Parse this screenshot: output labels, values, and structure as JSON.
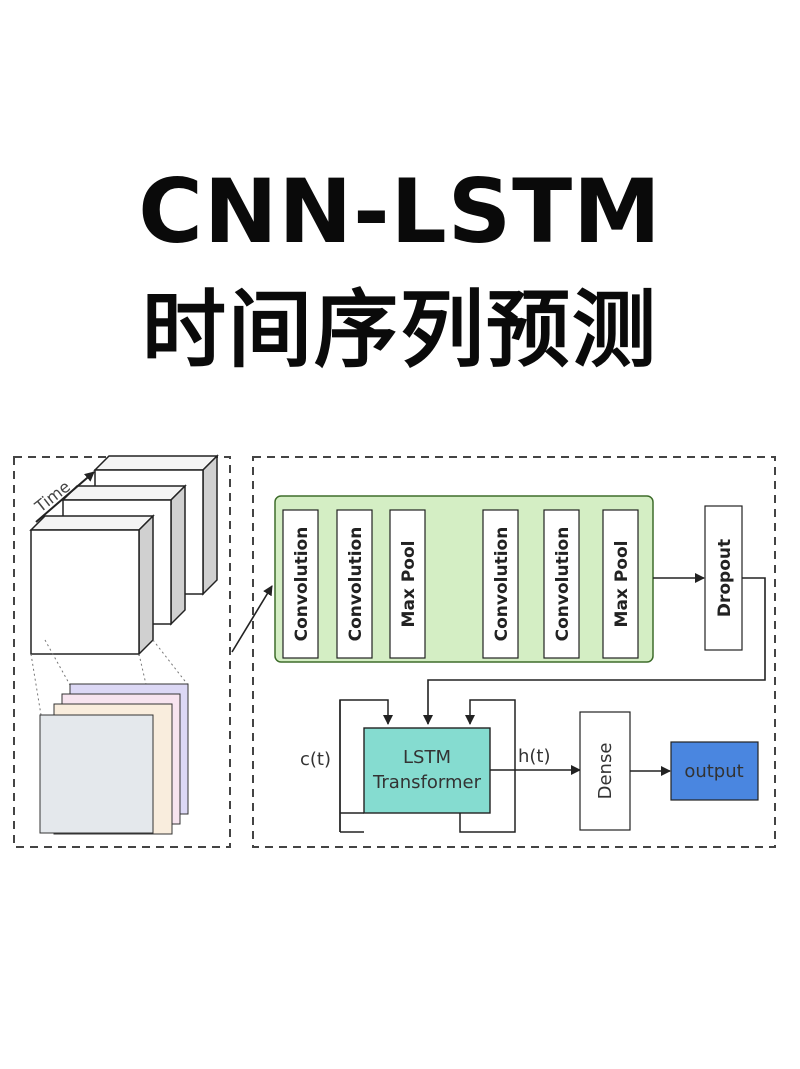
{
  "title": {
    "line1": "CNN-LSTM",
    "line2": "时间序列预测"
  },
  "diagram": {
    "time_label": "Time",
    "cnn_layers": [
      "Convolution",
      "Convolution",
      "Max Pool",
      "Convolution",
      "Convolution",
      "Max Pool"
    ],
    "dropout_label": "Dropout",
    "lstm_label_line1": "LSTM",
    "lstm_label_line2": "Transformer",
    "cell_state_label": "c(t)",
    "hidden_state_label": "h(t)",
    "dense_label": "Dense",
    "output_label": "output",
    "colors": {
      "cnn_block": "#d4eec4",
      "cnn_border": "#3e6d2b",
      "lstm_fill": "#85dcd0",
      "output_fill": "#4a86e0",
      "dash": "#444444"
    }
  }
}
